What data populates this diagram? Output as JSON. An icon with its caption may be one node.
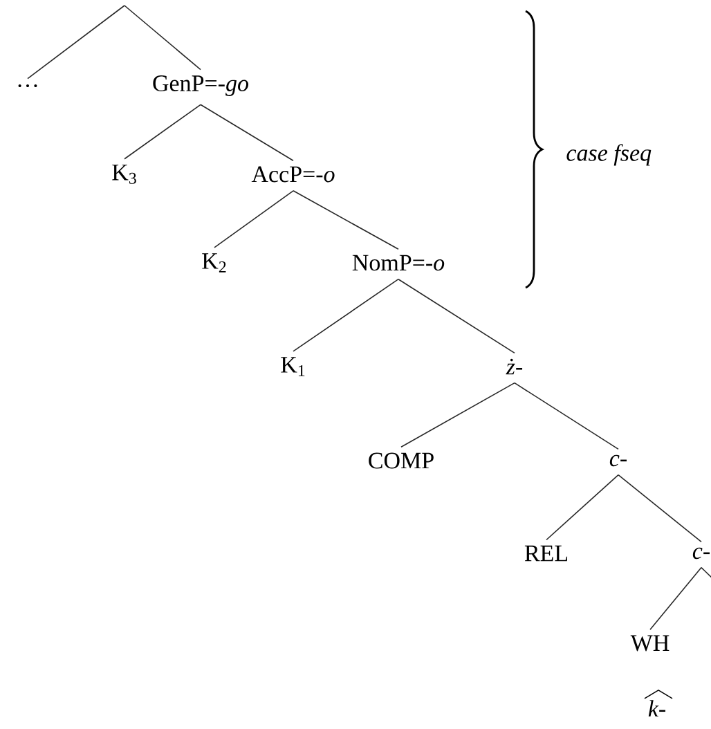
{
  "diagram": {
    "nodes": [
      {
        "text": [
          "…"
        ]
      },
      {
        "text": [
          "GenP=-*go*"
        ]
      },
      {
        "text": [
          "K$_{3}$"
        ]
      },
      {
        "text": [
          "AccP=-*o*"
        ]
      },
      {
        "text": [
          "K$_{2}$"
        ]
      },
      {
        "text": [
          "NomP=-*o*"
        ]
      },
      {
        "text": [
          "K$_{1}$"
        ]
      },
      {
        "text": [
          "ż-"
        ]
      },
      {
        "text": [
          "COMP"
        ]
      },
      {
        "text": [
          "c-"
        ]
      },
      {
        "text": [
          "REL"
        ]
      },
      {
        "text": [
          "c-"
        ]
      },
      {
        "text": [
          "WH"
        ]
      },
      {
        "text": [
          "k-"
        ]
      }
    ],
    "edges": [
      {
        "from": null,
        "to": 0,
        "arrow": "none"
      },
      {
        "from": null,
        "to": 1,
        "arrow": "none"
      },
      {
        "from": 1,
        "to": 2,
        "arrow": "none"
      },
      {
        "from": 1,
        "to": 3,
        "arrow": "none"
      },
      {
        "from": 3,
        "to": 4,
        "arrow": "none"
      },
      {
        "from": 3,
        "to": 5,
        "arrow": "none"
      },
      {
        "from": 5,
        "to": 6,
        "arrow": "none"
      },
      {
        "from": 5,
        "to": 7,
        "arrow": "none"
      },
      {
        "from": 7,
        "to": 8,
        "arrow": "none"
      },
      {
        "from": 7,
        "to": 9,
        "arrow": "none"
      },
      {
        "from": 9,
        "to": 10,
        "arrow": "none"
      },
      {
        "from": 9,
        "to": 11,
        "arrow": "none"
      },
      {
        "from": 11,
        "to": 12,
        "arrow": "none"
      },
      {
        "from": 11,
        "to": null,
        "arrow": "none"
      }
    ],
    "labels": [
      "case fseq"
    ]
  }
}
